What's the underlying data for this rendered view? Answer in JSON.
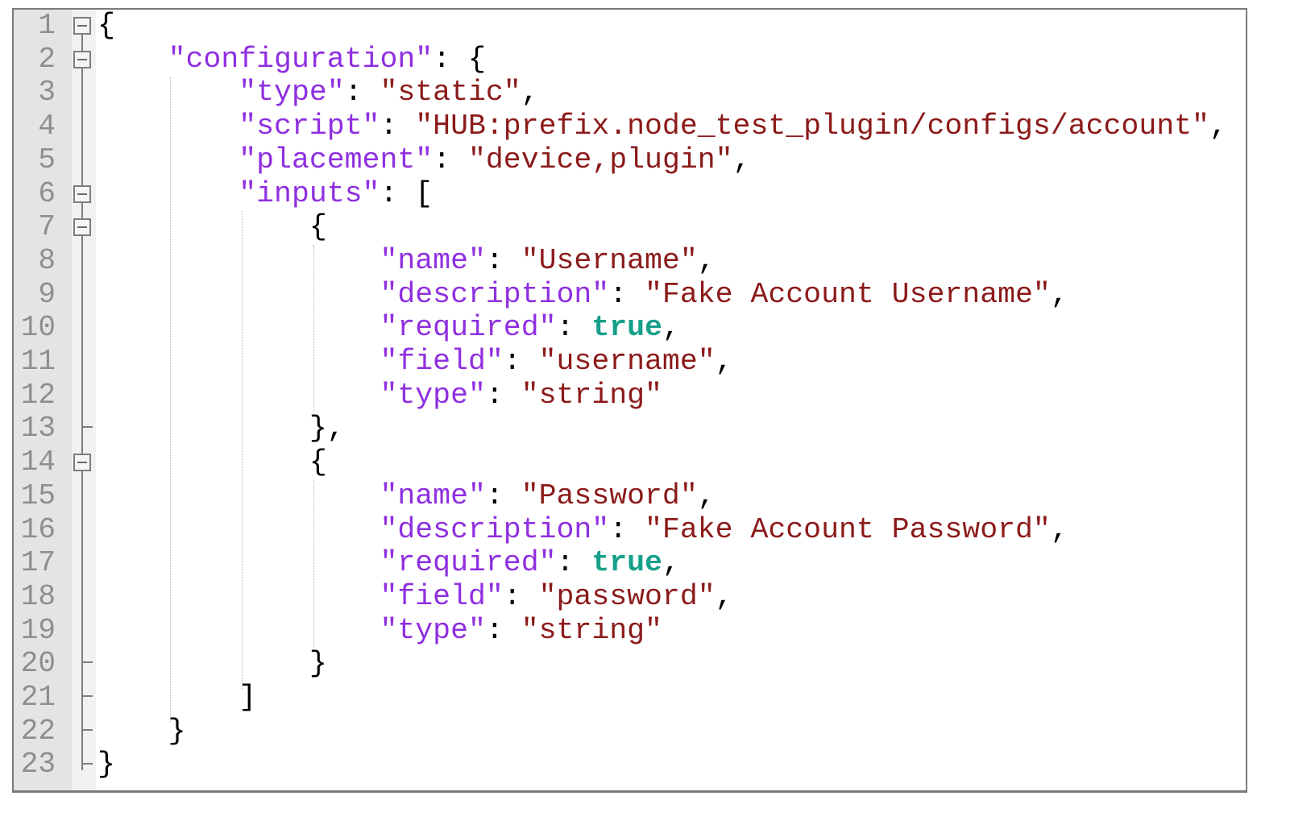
{
  "editor": {
    "language": "json",
    "colors": {
      "key": "#8f2fe0",
      "string": "#8b1a1a",
      "boolean": "#16a08a",
      "punctuation": "#000000",
      "line_number": "#8e8e8e",
      "gutter_bg": "#e4e4e4",
      "fold_margin_bg": "#f3f3f3",
      "frame_border": "#7a7a7a"
    },
    "line_numbers": [
      "1",
      "2",
      "3",
      "4",
      "5",
      "6",
      "7",
      "8",
      "9",
      "10",
      "11",
      "12",
      "13",
      "14",
      "15",
      "16",
      "17",
      "18",
      "19",
      "20",
      "21",
      "22",
      "23"
    ],
    "lines": [
      {
        "n": "1",
        "indent": "",
        "tokens": [
          {
            "t": "p",
            "v": "{"
          }
        ]
      },
      {
        "n": "2",
        "indent": "    ",
        "tokens": [
          {
            "t": "k",
            "v": "\"configuration\""
          },
          {
            "t": "p",
            "v": ": {"
          }
        ]
      },
      {
        "n": "3",
        "indent": "        ",
        "tokens": [
          {
            "t": "k",
            "v": "\"type\""
          },
          {
            "t": "p",
            "v": ": "
          },
          {
            "t": "s",
            "v": "\"static\""
          },
          {
            "t": "p",
            "v": ","
          }
        ]
      },
      {
        "n": "4",
        "indent": "        ",
        "tokens": [
          {
            "t": "k",
            "v": "\"script\""
          },
          {
            "t": "p",
            "v": ": "
          },
          {
            "t": "s",
            "v": "\"HUB:prefix.node_test_plugin/configs/account\""
          },
          {
            "t": "p",
            "v": ","
          }
        ]
      },
      {
        "n": "5",
        "indent": "        ",
        "tokens": [
          {
            "t": "k",
            "v": "\"placement\""
          },
          {
            "t": "p",
            "v": ": "
          },
          {
            "t": "s",
            "v": "\"device,plugin\""
          },
          {
            "t": "p",
            "v": ","
          }
        ]
      },
      {
        "n": "6",
        "indent": "        ",
        "tokens": [
          {
            "t": "k",
            "v": "\"inputs\""
          },
          {
            "t": "p",
            "v": ": ["
          }
        ]
      },
      {
        "n": "7",
        "indent": "            ",
        "tokens": [
          {
            "t": "p",
            "v": "{"
          }
        ]
      },
      {
        "n": "8",
        "indent": "                ",
        "tokens": [
          {
            "t": "k",
            "v": "\"name\""
          },
          {
            "t": "p",
            "v": ": "
          },
          {
            "t": "s",
            "v": "\"Username\""
          },
          {
            "t": "p",
            "v": ","
          }
        ]
      },
      {
        "n": "9",
        "indent": "                ",
        "tokens": [
          {
            "t": "k",
            "v": "\"description\""
          },
          {
            "t": "p",
            "v": ": "
          },
          {
            "t": "s",
            "v": "\"Fake Account Username\""
          },
          {
            "t": "p",
            "v": ","
          }
        ]
      },
      {
        "n": "10",
        "indent": "                ",
        "tokens": [
          {
            "t": "k",
            "v": "\"required\""
          },
          {
            "t": "p",
            "v": ": "
          },
          {
            "t": "b",
            "v": "true"
          },
          {
            "t": "p",
            "v": ","
          }
        ]
      },
      {
        "n": "11",
        "indent": "                ",
        "tokens": [
          {
            "t": "k",
            "v": "\"field\""
          },
          {
            "t": "p",
            "v": ": "
          },
          {
            "t": "s",
            "v": "\"username\""
          },
          {
            "t": "p",
            "v": ","
          }
        ]
      },
      {
        "n": "12",
        "indent": "                ",
        "tokens": [
          {
            "t": "k",
            "v": "\"type\""
          },
          {
            "t": "p",
            "v": ": "
          },
          {
            "t": "s",
            "v": "\"string\""
          }
        ]
      },
      {
        "n": "13",
        "indent": "            ",
        "tokens": [
          {
            "t": "p",
            "v": "},"
          }
        ]
      },
      {
        "n": "14",
        "indent": "            ",
        "tokens": [
          {
            "t": "p",
            "v": "{"
          }
        ]
      },
      {
        "n": "15",
        "indent": "                ",
        "tokens": [
          {
            "t": "k",
            "v": "\"name\""
          },
          {
            "t": "p",
            "v": ": "
          },
          {
            "t": "s",
            "v": "\"Password\""
          },
          {
            "t": "p",
            "v": ","
          }
        ]
      },
      {
        "n": "16",
        "indent": "                ",
        "tokens": [
          {
            "t": "k",
            "v": "\"description\""
          },
          {
            "t": "p",
            "v": ": "
          },
          {
            "t": "s",
            "v": "\"Fake Account Password\""
          },
          {
            "t": "p",
            "v": ","
          }
        ]
      },
      {
        "n": "17",
        "indent": "                ",
        "tokens": [
          {
            "t": "k",
            "v": "\"required\""
          },
          {
            "t": "p",
            "v": ": "
          },
          {
            "t": "b",
            "v": "true"
          },
          {
            "t": "p",
            "v": ","
          }
        ]
      },
      {
        "n": "18",
        "indent": "                ",
        "tokens": [
          {
            "t": "k",
            "v": "\"field\""
          },
          {
            "t": "p",
            "v": ": "
          },
          {
            "t": "s",
            "v": "\"password\""
          },
          {
            "t": "p",
            "v": ","
          }
        ]
      },
      {
        "n": "19",
        "indent": "                ",
        "tokens": [
          {
            "t": "k",
            "v": "\"type\""
          },
          {
            "t": "p",
            "v": ": "
          },
          {
            "t": "s",
            "v": "\"string\""
          }
        ]
      },
      {
        "n": "20",
        "indent": "            ",
        "tokens": [
          {
            "t": "p",
            "v": "}"
          }
        ]
      },
      {
        "n": "21",
        "indent": "        ",
        "tokens": [
          {
            "t": "p",
            "v": "]"
          }
        ]
      },
      {
        "n": "22",
        "indent": "    ",
        "tokens": [
          {
            "t": "p",
            "v": "}"
          }
        ]
      },
      {
        "n": "23",
        "indent": "",
        "tokens": [
          {
            "t": "p",
            "v": "}"
          }
        ]
      }
    ],
    "fold_markers": [
      {
        "line": "1",
        "icon": "collapse-minus-icon"
      },
      {
        "line": "2",
        "icon": "collapse-minus-icon"
      },
      {
        "line": "6",
        "icon": "collapse-minus-icon"
      },
      {
        "line": "7",
        "icon": "collapse-minus-icon"
      },
      {
        "line": "14",
        "icon": "collapse-minus-icon"
      }
    ]
  }
}
